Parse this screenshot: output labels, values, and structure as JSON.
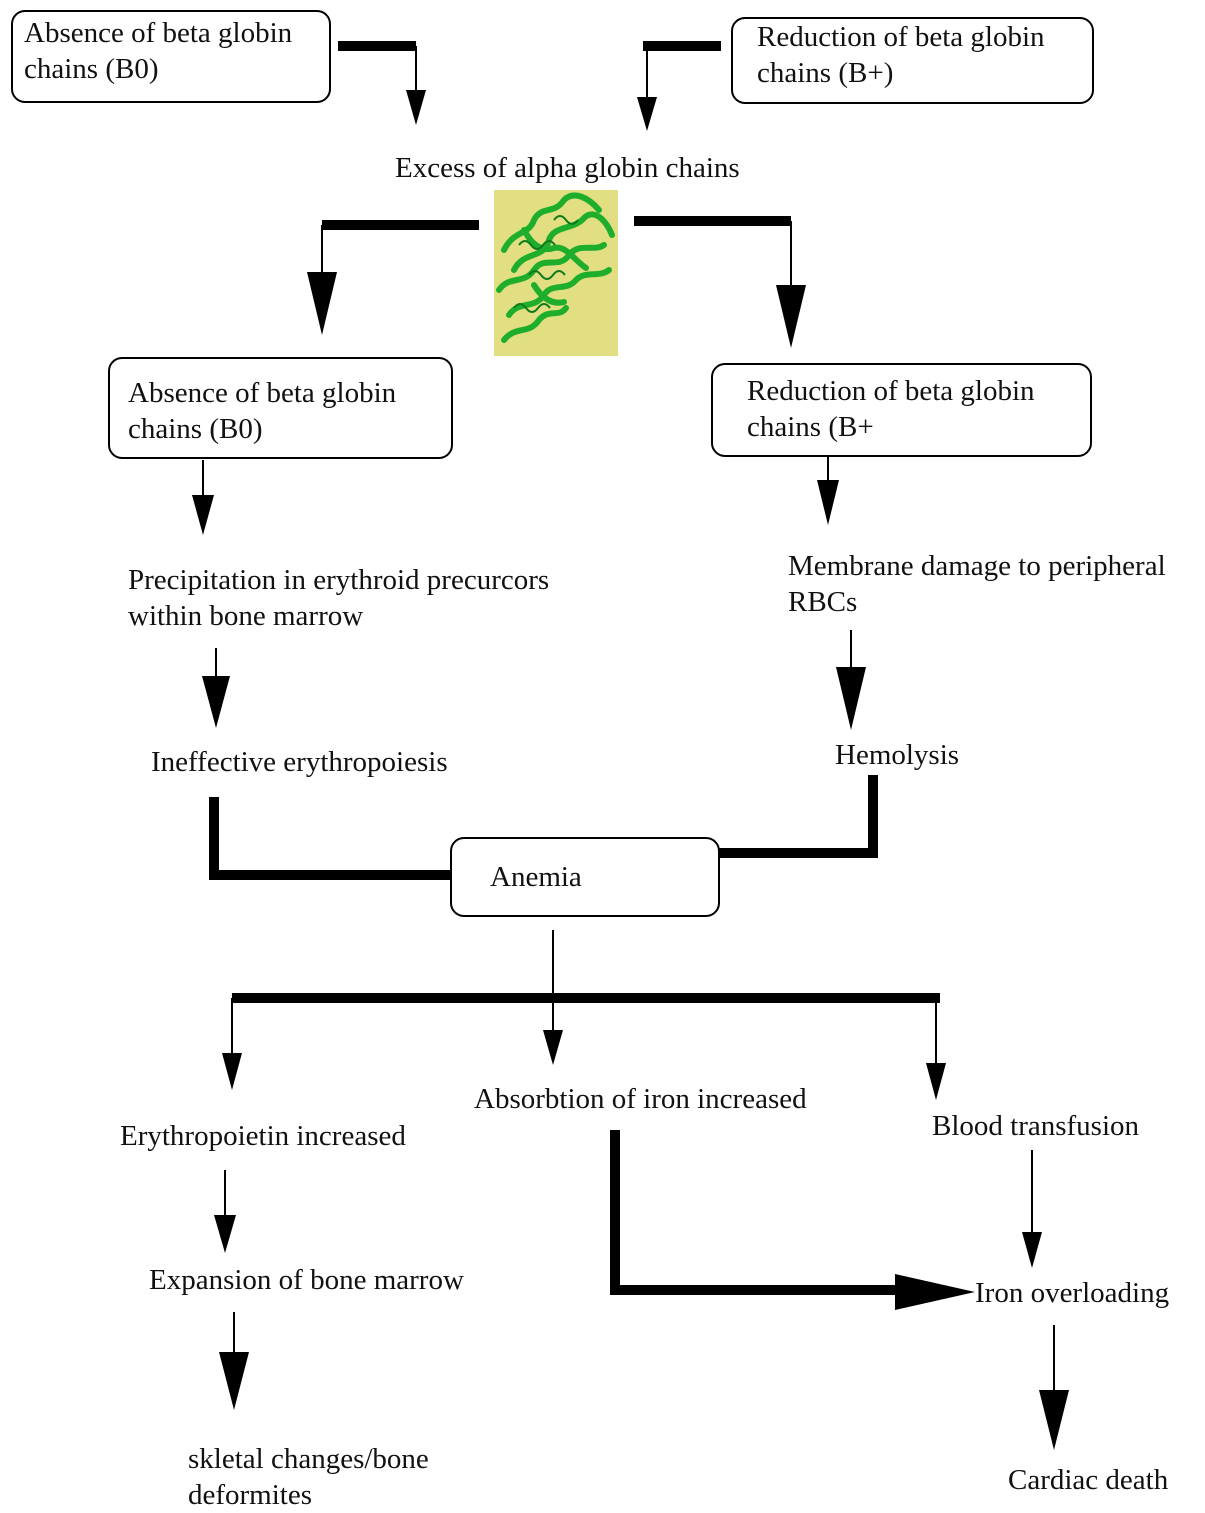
{
  "nodes": {
    "absence_top": "Absence of beta globin\nchains (B0)",
    "reduction_top": "Reduction of beta globin\nchains (B+)",
    "excess_alpha": "Excess of alpha globin chains",
    "absence_mid": "Absence of beta globin\nchains (B0)",
    "reduction_mid": "Reduction of beta globin\nchains (B+",
    "precipitation": "Precipitation in erythroid precurcors\nwithin bone marrow",
    "membrane_damage": "Membrane damage to peripheral\nRBCs",
    "ineffective": "Ineffective erythropoiesis",
    "hemolysis": "Hemolysis",
    "anemia": "Anemia",
    "erythropoietin": "Erythropoietin increased",
    "absorption": "Absorbtion of iron increased",
    "transfusion": "Blood transfusion",
    "expansion": "Expansion of bone marrow",
    "iron_overloading": "Iron overloading",
    "skeletal": "skletal changes/bone\ndeformites",
    "cardiac_death": "Cardiac death"
  },
  "image": {
    "name": "alpha-globin-protein-structure",
    "background": "#e2df83",
    "ribbon_color": "#1fae2c"
  },
  "colors": {
    "line": "#000000",
    "text": "#111111"
  }
}
